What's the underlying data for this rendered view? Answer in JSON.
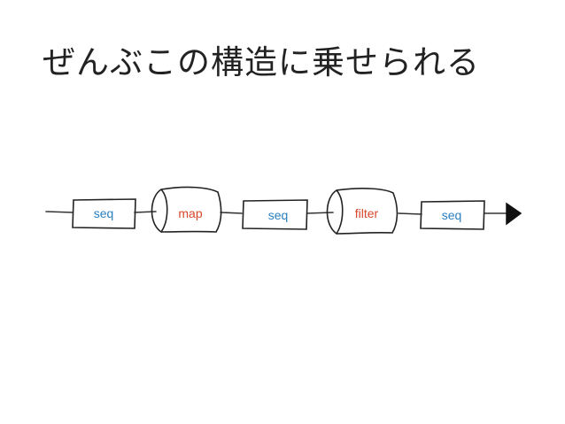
{
  "slide": {
    "title": "ぜんぶこの構造に乗せられる"
  },
  "diagram": {
    "nodes": [
      {
        "id": "seq-1",
        "kind": "box",
        "label": "seq",
        "color": "#2a7fbf"
      },
      {
        "id": "map",
        "kind": "cylinder",
        "label": "map",
        "color": "#d8452a"
      },
      {
        "id": "seq-2",
        "kind": "box",
        "label": "seq",
        "color": "#2a7fbf"
      },
      {
        "id": "filter",
        "kind": "cylinder",
        "label": "filter",
        "color": "#d8452a"
      },
      {
        "id": "seq-3",
        "kind": "box",
        "label": "seq",
        "color": "#2a7fbf"
      }
    ],
    "flow_direction": "left-to-right",
    "end": "arrowhead"
  }
}
